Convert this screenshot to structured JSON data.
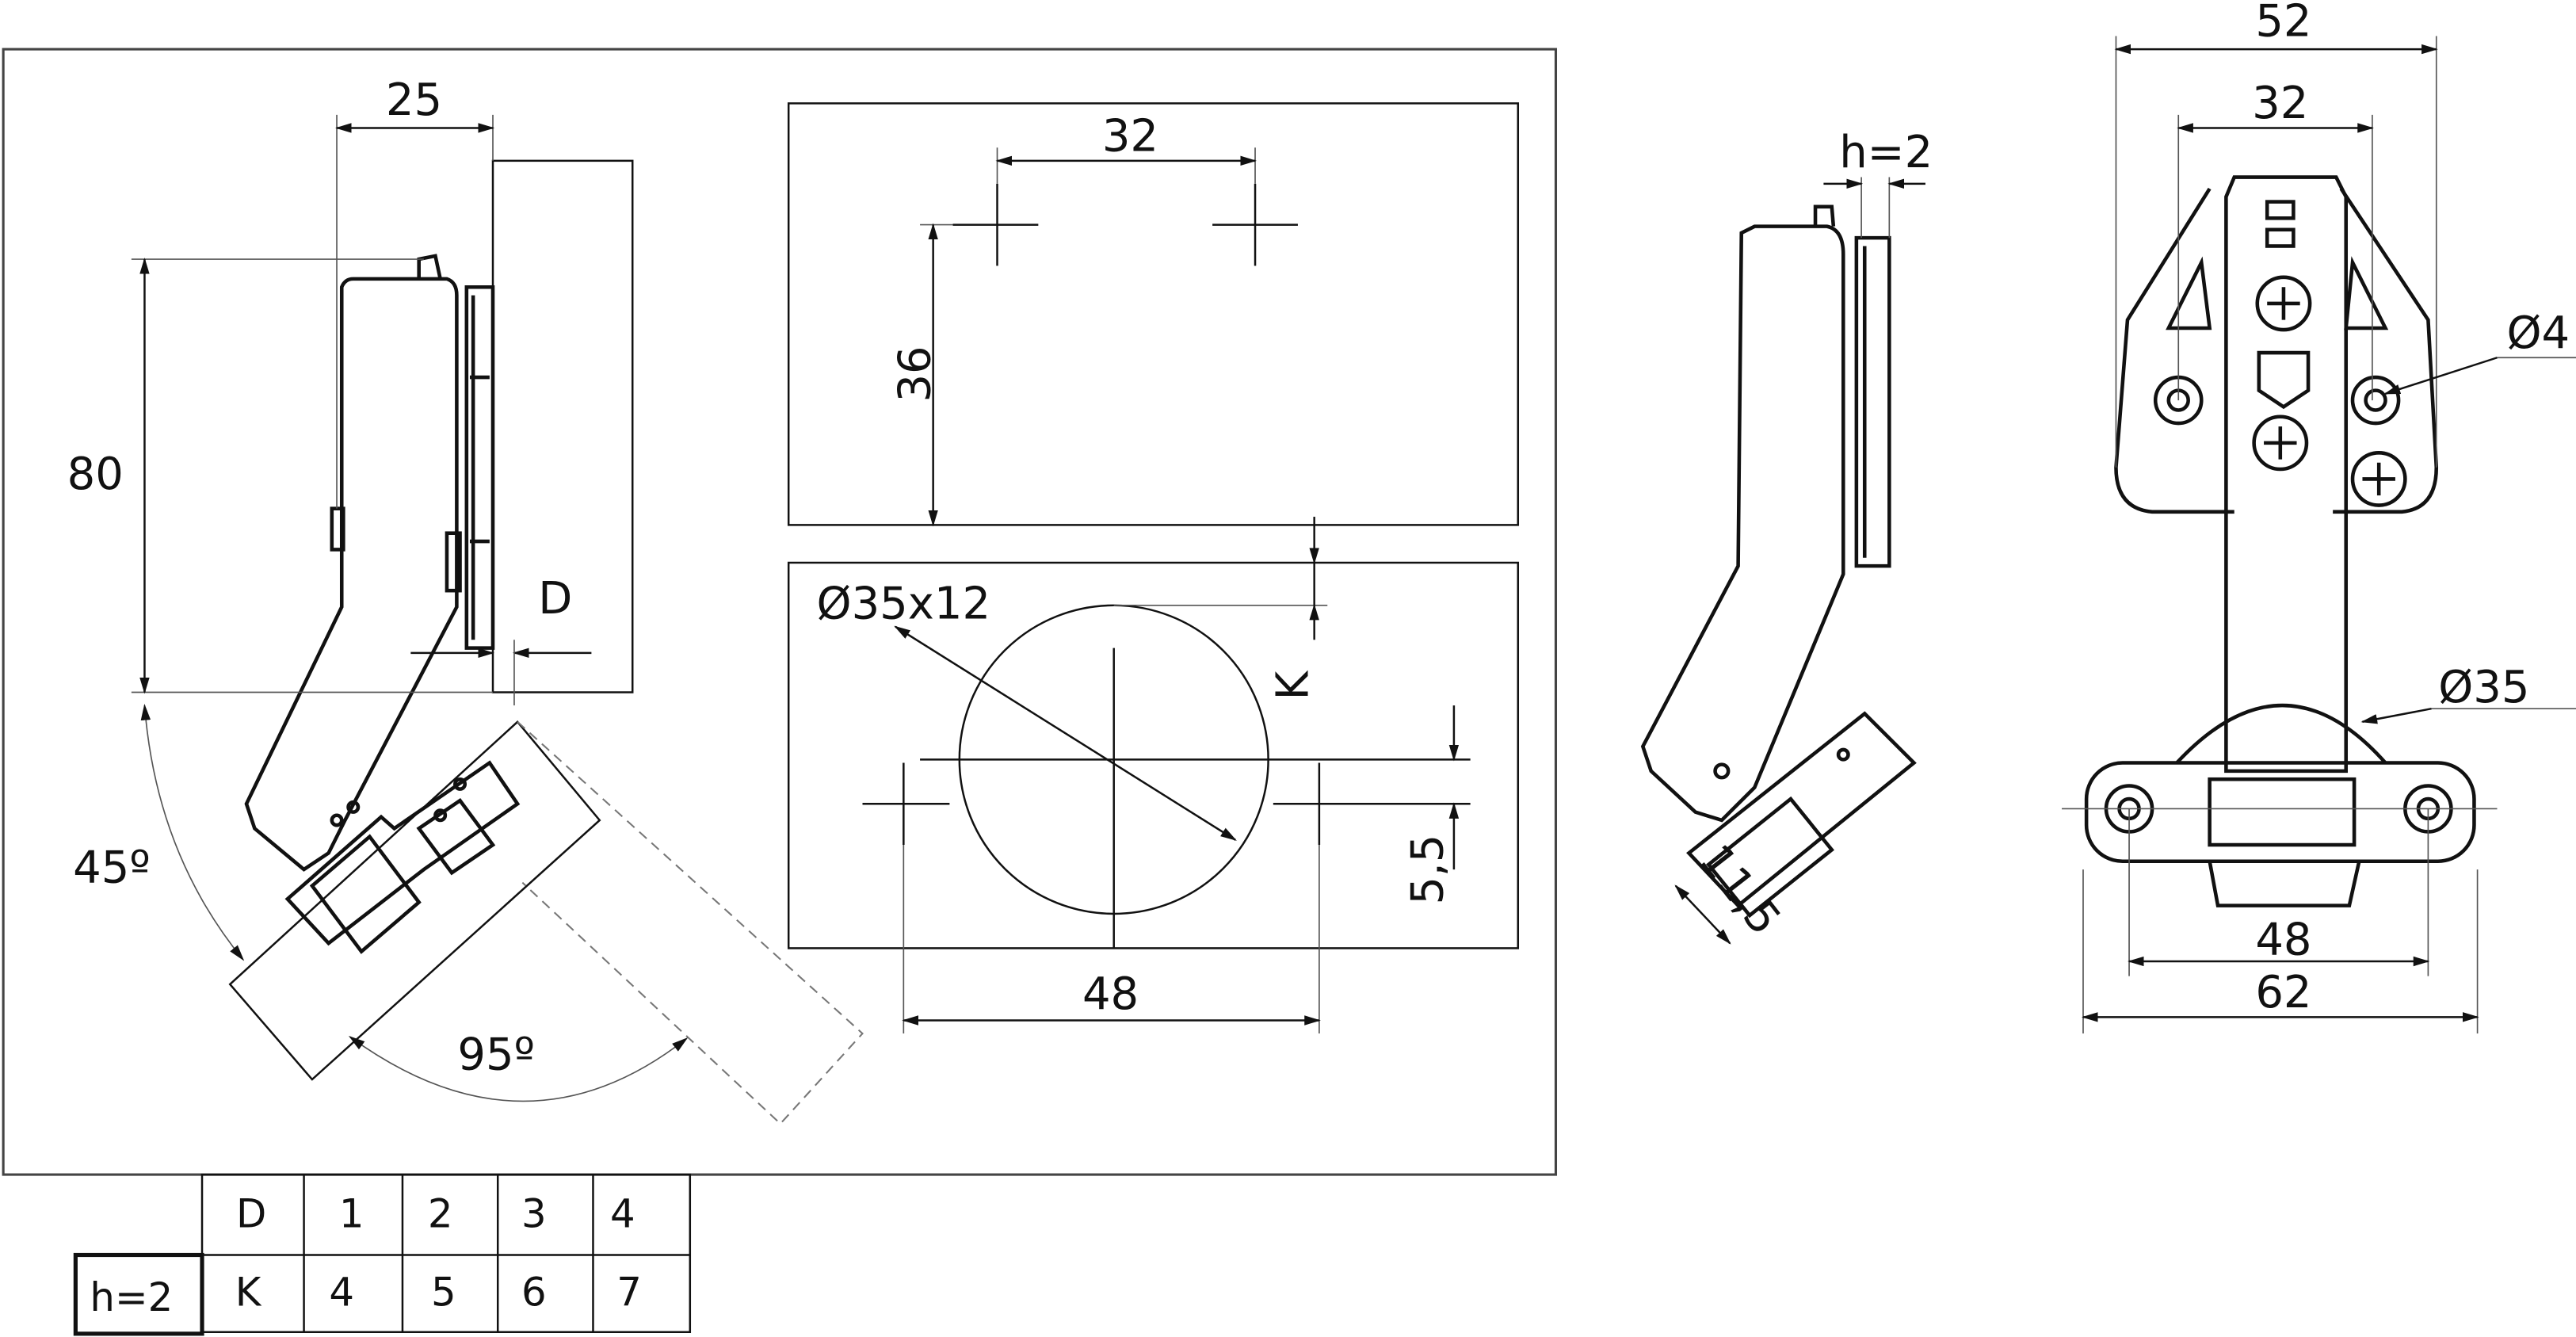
{
  "left_view": {
    "width_dim": "25",
    "height_dim": "80",
    "gap_label": "D",
    "angle_45": "45º",
    "angle_95": "95º"
  },
  "drilling_top": {
    "spacing_dim": "32",
    "height_dim": "36"
  },
  "drilling_bottom": {
    "cup_label": "Ø35x12",
    "offset_label": "K",
    "vert_dim": "5,5",
    "spacing_dim": "48"
  },
  "side_view": {
    "h_label": "h=2",
    "depth_dim": "11,5"
  },
  "front_view": {
    "outer_width": "52",
    "inner_width": "32",
    "hole_label": "Ø4",
    "cup_label": "Ø35",
    "plate_holes": "48",
    "plate_width": "62"
  },
  "table": {
    "row_label": "h=2",
    "header": [
      "D",
      "1",
      "2",
      "3",
      "4"
    ],
    "values": [
      "K",
      "4",
      "5",
      "6",
      "7"
    ]
  }
}
